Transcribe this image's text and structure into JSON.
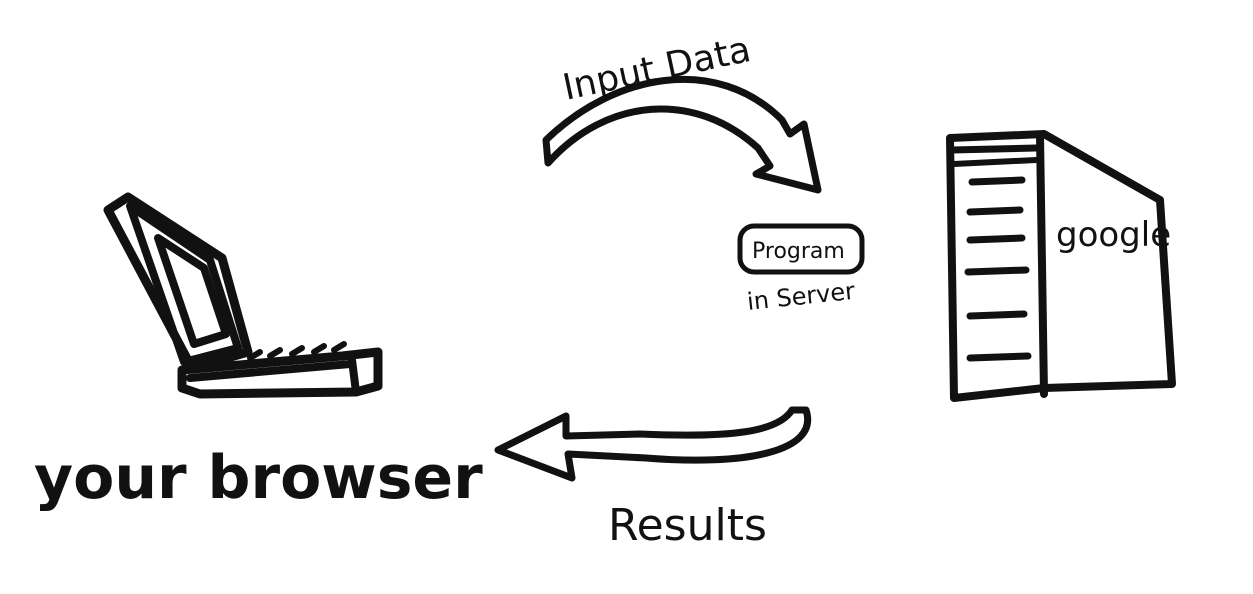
{
  "labels": {
    "input_data": "Input Data",
    "program": "Program",
    "in_server": "in Server",
    "server_brand": "google",
    "browser": "your browser",
    "results": "Results"
  },
  "colors": {
    "request_arrow": "#4aa8dc",
    "response_arrow": "#5cbd13",
    "ink": "#111111",
    "background": "#ffffff"
  },
  "icons": {
    "client": "laptop-icon",
    "server": "server-tower-icon"
  }
}
